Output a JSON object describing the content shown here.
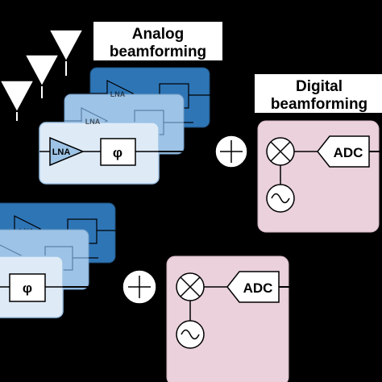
{
  "titles": {
    "analog_line1": "Analog",
    "analog_line2": "beamforming",
    "digital_line1": "Digital",
    "digital_line2": "beamforming"
  },
  "blocks": {
    "lna": "LNA",
    "phase": "φ",
    "adc": "ADC"
  },
  "colors": {
    "background": "#000000",
    "layer_dark": "#2e75b6",
    "layer_mid": "#9dc3e6",
    "layer_light": "#deebf7",
    "digital_panel": "#ead1dc"
  }
}
